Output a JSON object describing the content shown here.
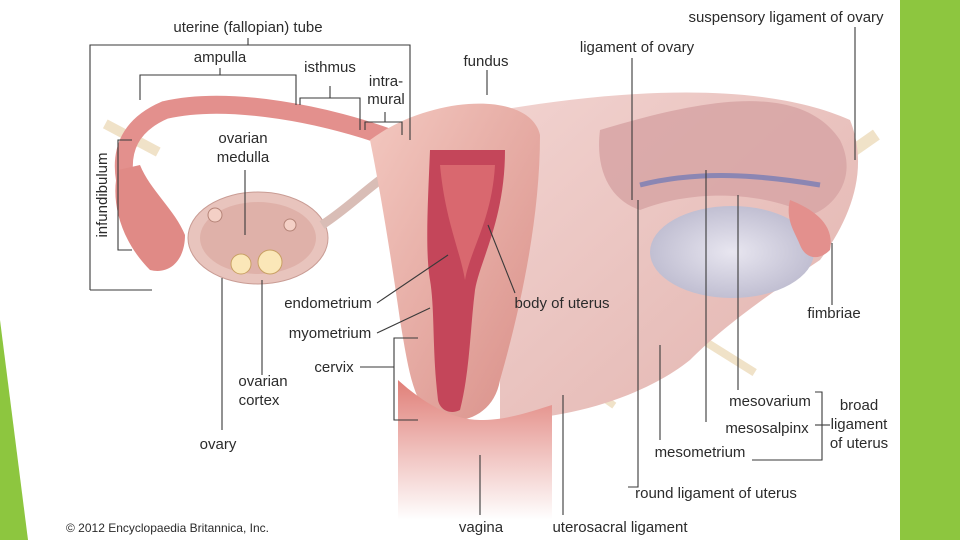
{
  "slide": {
    "accent_color": "#8dc63f",
    "copyright": "© 2012 Encyclopaedia Britannica, Inc."
  },
  "labels": {
    "uterine_tube": "uterine (fallopian) tube",
    "ampulla": "ampulla",
    "isthmus": "isthmus",
    "intramural_1": "intra-",
    "intramural_2": "mural",
    "fundus": "fundus",
    "ligament_of_ovary": "ligament of ovary",
    "suspensory_ligament": "suspensory ligament of ovary",
    "infundibulum": "infundibulum",
    "ovarian_medulla_1": "ovarian",
    "ovarian_medulla_2": "medulla",
    "endometrium": "endometrium",
    "myometrium": "myometrium",
    "body_of_uterus": "body of uterus",
    "cervix": "cervix",
    "ovarian_cortex_1": "ovarian",
    "ovarian_cortex_2": "cortex",
    "ovary": "ovary",
    "fimbriae": "fimbriae",
    "mesovarium": "mesovarium",
    "mesosalpinx": "mesosalpinx",
    "mesometrium": "mesometrium",
    "broad_ligament_1": "broad",
    "broad_ligament_2": "ligament",
    "broad_ligament_3": "of uterus",
    "round_ligament": "round ligament of uterus",
    "vagina": "vagina",
    "uterosacral_ligament": "uterosacral ligament"
  }
}
